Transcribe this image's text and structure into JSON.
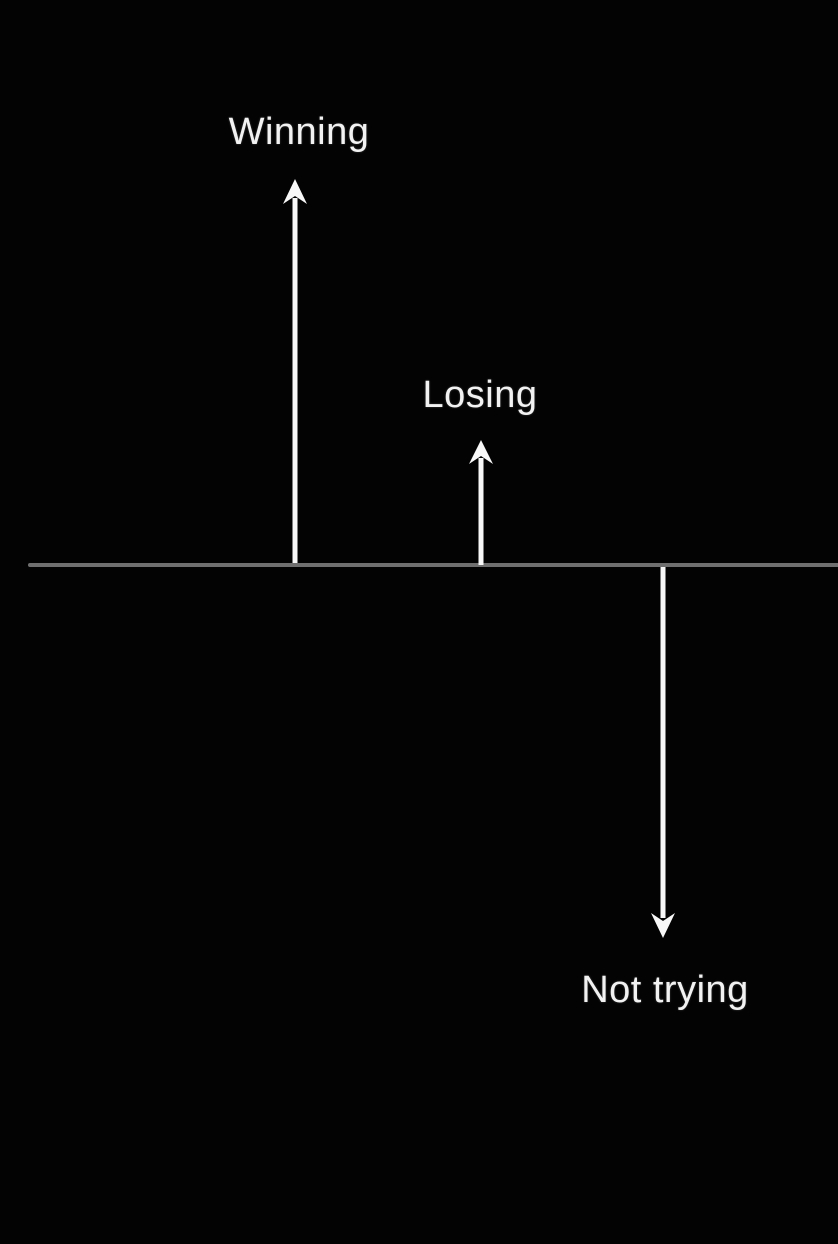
{
  "diagram": {
    "title_implied": "Winning vs Losing vs Not trying",
    "labels": {
      "winning": "Winning",
      "losing": "Losing",
      "not_trying": "Not trying"
    },
    "arrows": [
      {
        "label": "Winning",
        "direction": "up",
        "relative_magnitude": "large",
        "side": "above-baseline"
      },
      {
        "label": "Losing",
        "direction": "up",
        "relative_magnitude": "small",
        "side": "above-baseline"
      },
      {
        "label": "Not trying",
        "direction": "down",
        "relative_magnitude": "large",
        "side": "below-baseline"
      }
    ],
    "colors": {
      "background": "#030303",
      "text": "#f2f2f2",
      "arrow": "#f8f8f8",
      "baseline": "#6f6f6f"
    }
  }
}
